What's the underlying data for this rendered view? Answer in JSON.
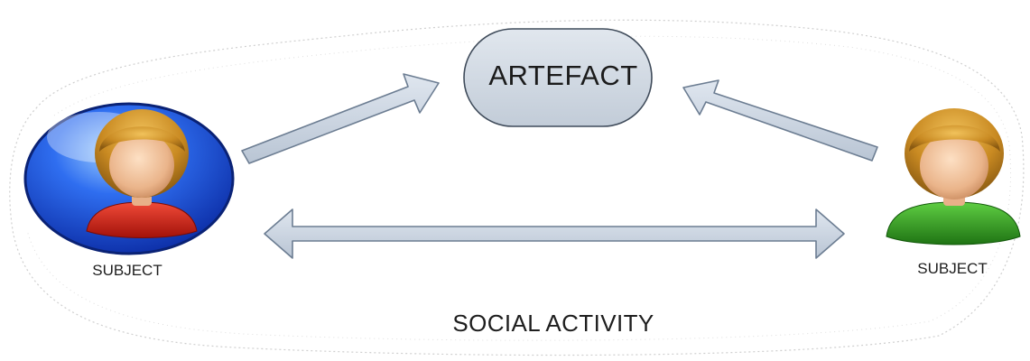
{
  "diagram": {
    "artefact": {
      "label": "ARTEFACT"
    },
    "subject_left": {
      "label": "SUBJECT",
      "shirt_color": "#d81e12",
      "badge_color": "#1f55d9"
    },
    "subject_right": {
      "label": "SUBJECT",
      "shirt_color": "#2f9a23"
    },
    "activity": {
      "label": "SOCIAL ACTIVITY"
    },
    "colors": {
      "arrow_fill": "#c9d3e0",
      "arrow_stroke": "#6c7d92",
      "artefact_fill": "#d3dbe5",
      "artefact_stroke": "#3f4b5a",
      "region_stroke": "#c8c8c8"
    },
    "arrows": [
      {
        "from": "subject-left",
        "to": "artefact",
        "direction": "single"
      },
      {
        "from": "subject-right",
        "to": "artefact",
        "direction": "single"
      },
      {
        "from": "subject-left",
        "to": "subject-right",
        "direction": "double"
      }
    ]
  }
}
